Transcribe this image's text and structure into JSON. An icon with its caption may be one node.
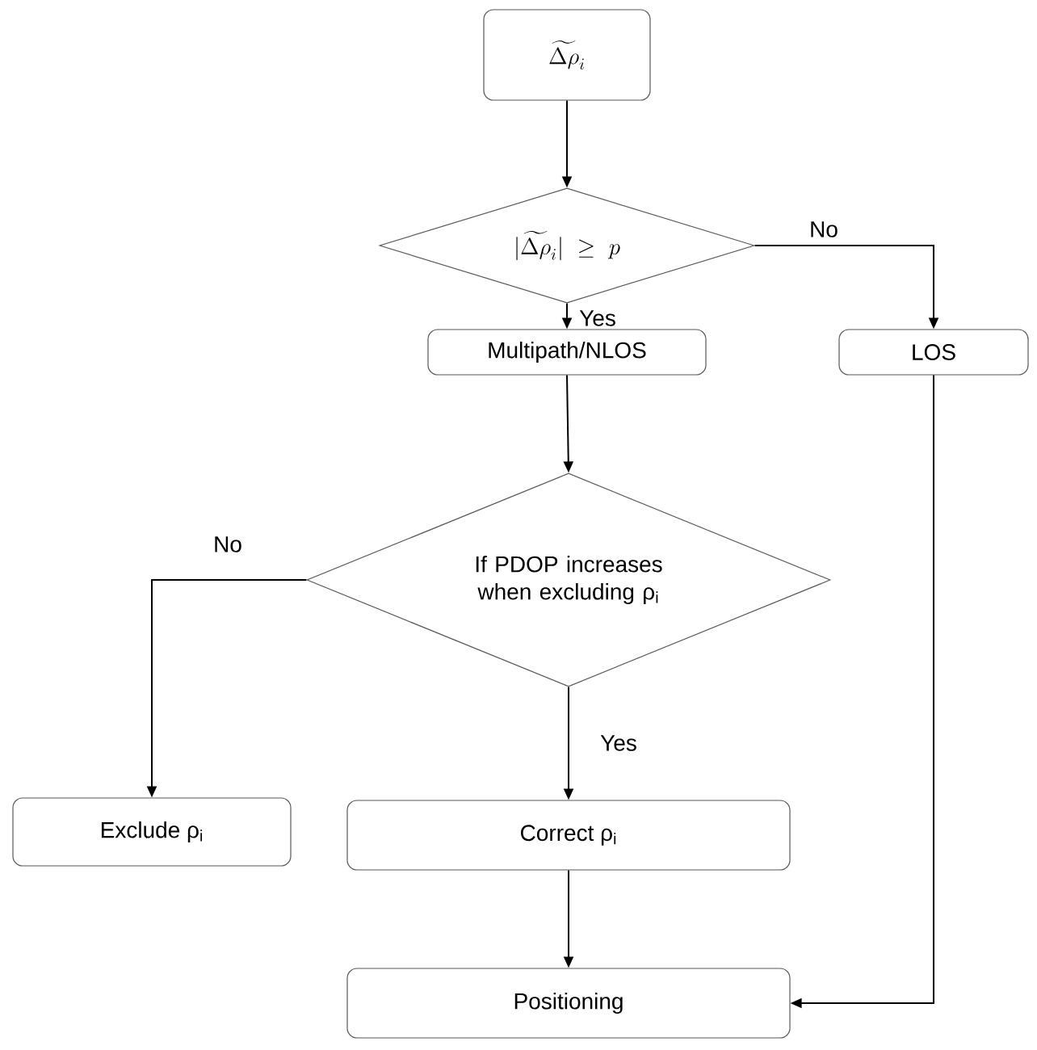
{
  "diagram": {
    "nodes": [
      {
        "text": [
          "\\widetilde{\\Delta\\rho}_i"
        ]
      },
      {
        "text": [
          "|\\widetilde{\\Delta\\rho}_i| \\geq p"
        ]
      },
      {
        "text": [
          "Multipath/NLOS"
        ]
      },
      {
        "text": [
          "LOS"
        ]
      },
      {
        "text": [
          "If PDOP increases when excluding ρ$_{i}$"
        ]
      },
      {
        "text": [
          "Exclude ρ$_{i}$"
        ]
      },
      {
        "text": [
          "Correct ρ$_{i}$"
        ]
      },
      {
        "text": [
          "Positioning"
        ]
      }
    ],
    "edges": [
      {
        "from": 0,
        "to": 1,
        "arrow": "to"
      },
      {
        "from": 1,
        "to": 2,
        "arrow": "to",
        "label": "Yes"
      },
      {
        "from": 1,
        "to": 3,
        "arrow": "to",
        "label": "No"
      },
      {
        "from": 2,
        "to": 4,
        "arrow": "to"
      },
      {
        "from": 4,
        "to": 5,
        "arrow": "to",
        "label": "No"
      },
      {
        "from": 4,
        "to": 6,
        "arrow": "to",
        "label": "Yes"
      },
      {
        "from": 6,
        "to": 7,
        "arrow": "to"
      },
      {
        "from": 3,
        "to": 7,
        "arrow": "to"
      }
    ]
  }
}
